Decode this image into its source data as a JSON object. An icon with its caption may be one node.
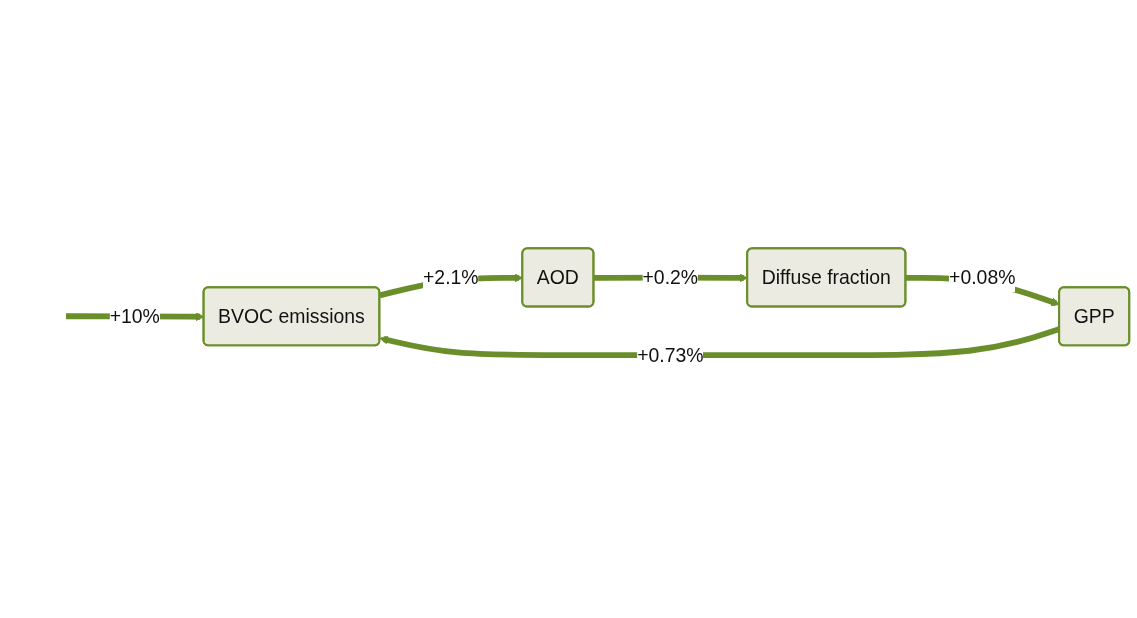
{
  "diagram": {
    "nodes": [
      {
        "text": [
          "BVOC emissions"
        ]
      },
      {
        "text": [
          "AOD"
        ]
      },
      {
        "text": [
          "Diffuse fraction"
        ]
      },
      {
        "text": [
          "GPP"
        ]
      }
    ],
    "edges": [
      {
        "from": null,
        "to": 0,
        "arrow": "to",
        "label": "+10%"
      },
      {
        "from": 0,
        "to": 1,
        "arrow": "to",
        "label": "+2.1%"
      },
      {
        "from": 1,
        "to": 2,
        "arrow": "to",
        "label": "+0.2%"
      },
      {
        "from": 2,
        "to": 3,
        "arrow": "to",
        "label": "+0.08%"
      },
      {
        "from": 3,
        "to": 0,
        "arrow": "to",
        "label": "+0.73%"
      }
    ]
  }
}
